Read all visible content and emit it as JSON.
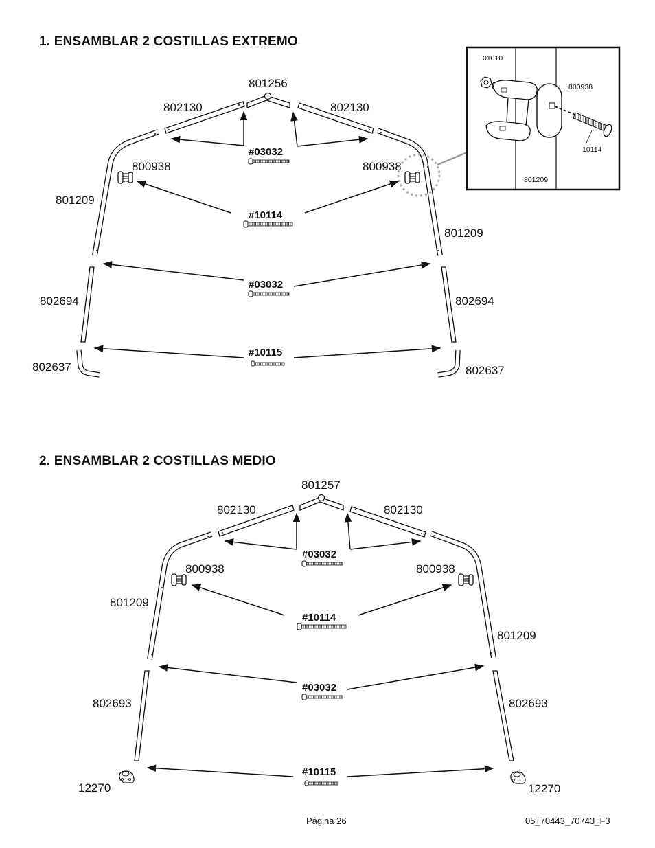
{
  "section1": {
    "title": "1. ENSAMBLAR 2 COSTILLAS EXTREMO",
    "parts": {
      "top_connector": "801256",
      "rafter_left": "802130",
      "rafter_right": "802130",
      "bracket_left": "800938",
      "bracket_right": "800938",
      "leg_left": "801209",
      "leg_right": "801209",
      "lower_leg_left": "802694",
      "lower_leg_right": "802694",
      "foot_left": "802637",
      "foot_right": "802637"
    },
    "hardware": {
      "bolt_top": "#03032",
      "bolt_bracket": "#10114",
      "bolt_leg": "#03032",
      "bolt_foot": "#10115"
    },
    "detail": {
      "nut": "01010",
      "bracket": "800938",
      "bolt": "10114",
      "tube": "801209"
    }
  },
  "section2": {
    "title": "2. ENSAMBLAR 2 COSTILLAS MEDIO",
    "parts": {
      "top_connector": "801257",
      "rafter_left": "802130",
      "rafter_right": "802130",
      "bracket_left": "800938",
      "bracket_right": "800938",
      "leg_left": "801209",
      "leg_right": "801209",
      "lower_leg_left": "802693",
      "lower_leg_right": "802693",
      "base_left": "12270",
      "base_right": "12270"
    },
    "hardware": {
      "bolt_top": "#03032",
      "bolt_bracket": "#10114",
      "bolt_leg": "#03032",
      "bolt_foot": "#10115"
    }
  },
  "footer": {
    "page": "Página 26",
    "code": "05_70443_70743_F3"
  }
}
